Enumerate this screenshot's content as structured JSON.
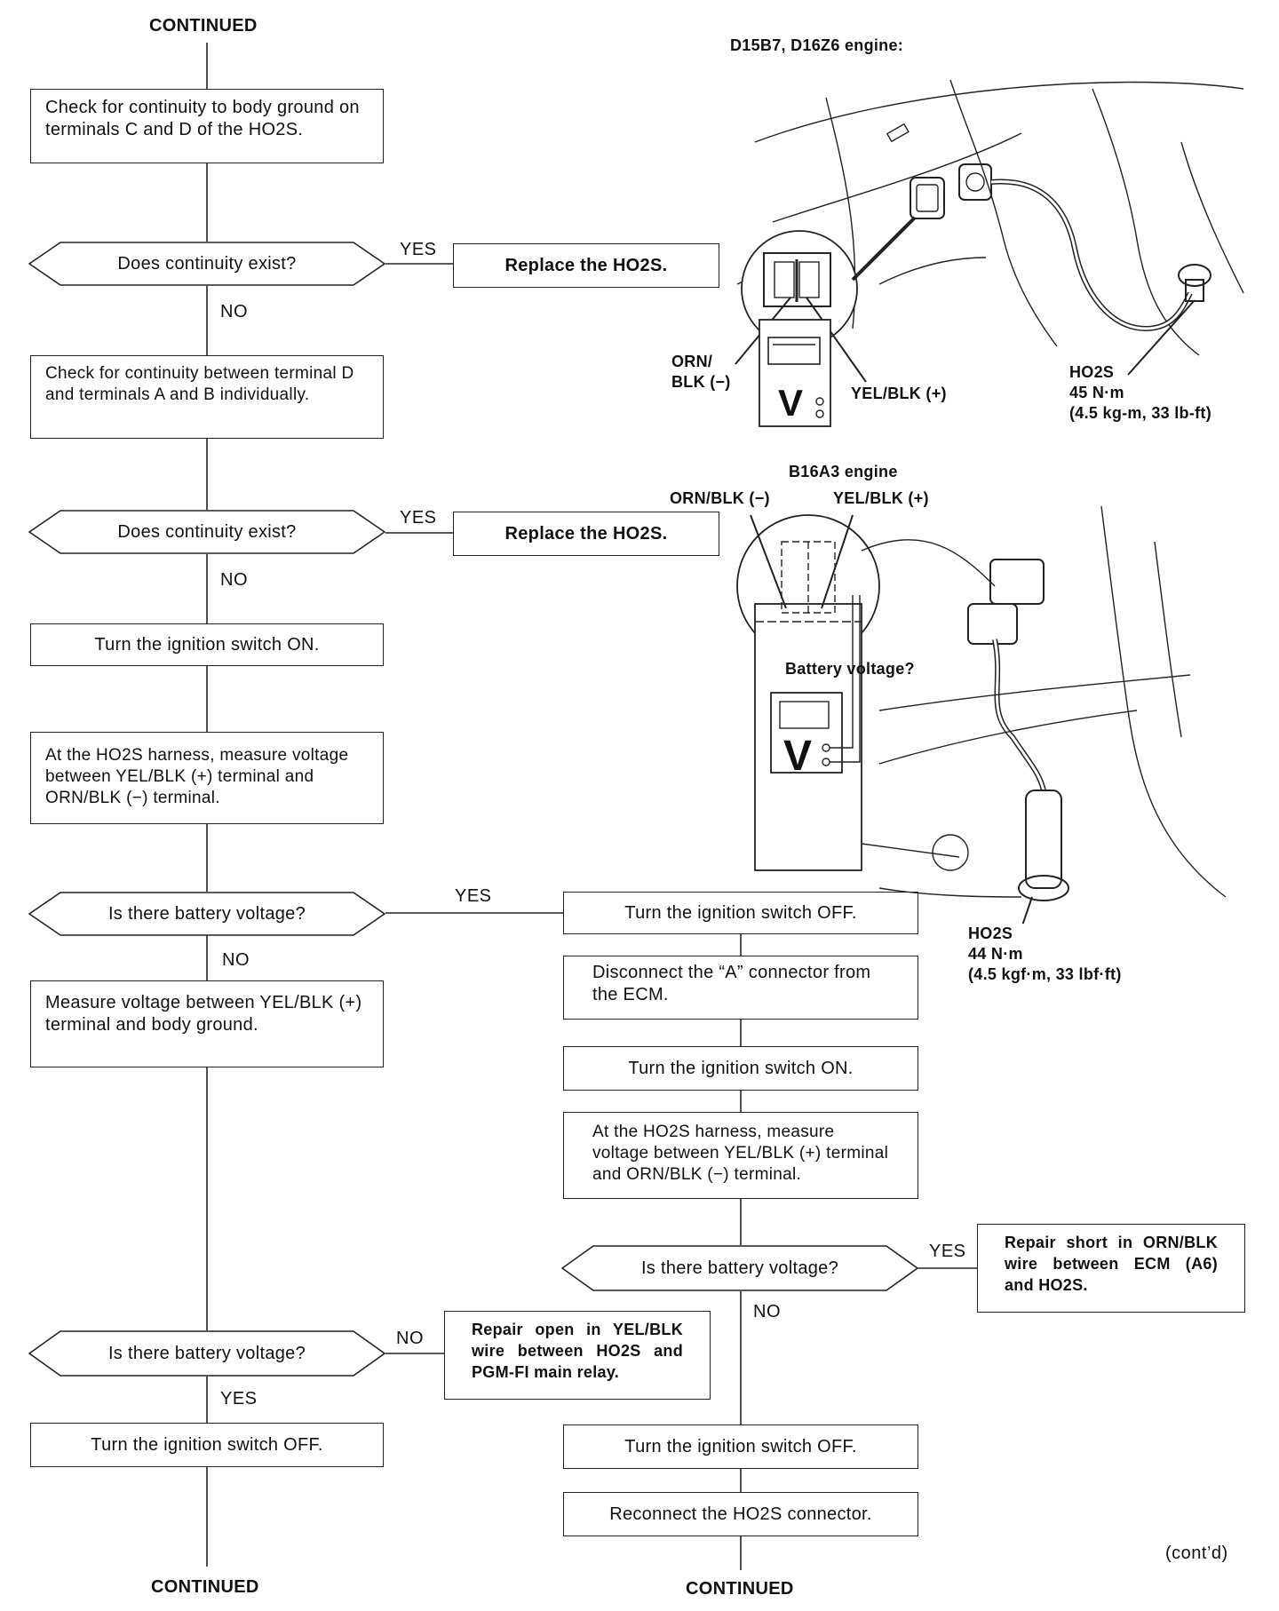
{
  "flow": {
    "continued_top": "CONTINUED",
    "step_check_ground": "Check for continuity to body ground on terminals C and D of the HO2S.",
    "decision_continuity_1": "Does continuity exist?",
    "result_replace_1": "Replace the HO2S.",
    "step_check_between": "Check for continuity between terminal D and terminals A and B individually.",
    "decision_continuity_2": "Does continuity exist?",
    "result_replace_2": "Replace the HO2S.",
    "step_ignition_on": "Turn the ignition switch ON.",
    "step_measure_harness": "At the HO2S harness, measure voltage between YEL/BLK (+) terminal and ORN/BLK (−) terminal.",
    "decision_voltage_1": "Is there battery voltage?",
    "step_measure_body": "Measure voltage between YEL/BLK (+) terminal and body ground.",
    "decision_voltage_2": "Is there battery voltage?",
    "result_repair_open": "Repair open in YEL/BLK wire between HO2S and PGM-FI main relay.",
    "step_ignition_off_left": "Turn the ignition switch OFF.",
    "continued_left": "CONTINUED",
    "r_ignition_off": "Turn the ignition switch OFF.",
    "r_disconnect": "Disconnect the “A” connector from the ECM.",
    "r_ignition_on": "Turn the ignition switch ON.",
    "r_measure": "At the HO2S harness, measure voltage between YEL/BLK (+) terminal and ORN/BLK (−) terminal.",
    "r_decision_voltage": "Is there battery voltage?",
    "result_repair_short": "Repair short in ORN/BLK wire between ECM (A6) and HO2S.",
    "r_ignition_off_2": "Turn the ignition switch OFF.",
    "r_reconnect": "Reconnect the HO2S connector.",
    "continued_right": "CONTINUED",
    "contd": "(cont’d)"
  },
  "branch_labels": {
    "yes": "YES",
    "no": "NO"
  },
  "illustration_top": {
    "title": "D15B7, D16Z6 engine:",
    "orn_blk": "ORN/\nBLK (−)",
    "yel_blk": "YEL/BLK (+)",
    "ho2s": "HO2S\n45 N·m\n(4.5 kg-m, 33 lb-ft)",
    "meter_letter": "V"
  },
  "illustration_bottom": {
    "title": "B16A3 engine",
    "orn_blk": "ORN/BLK (−)",
    "yel_blk": "YEL/BLK (+)",
    "battery": "Battery voltage?",
    "ho2s": "HO2S\n44 N·m\n(4.5 kgf·m, 33 lbf·ft)",
    "meter_letter": "V"
  }
}
